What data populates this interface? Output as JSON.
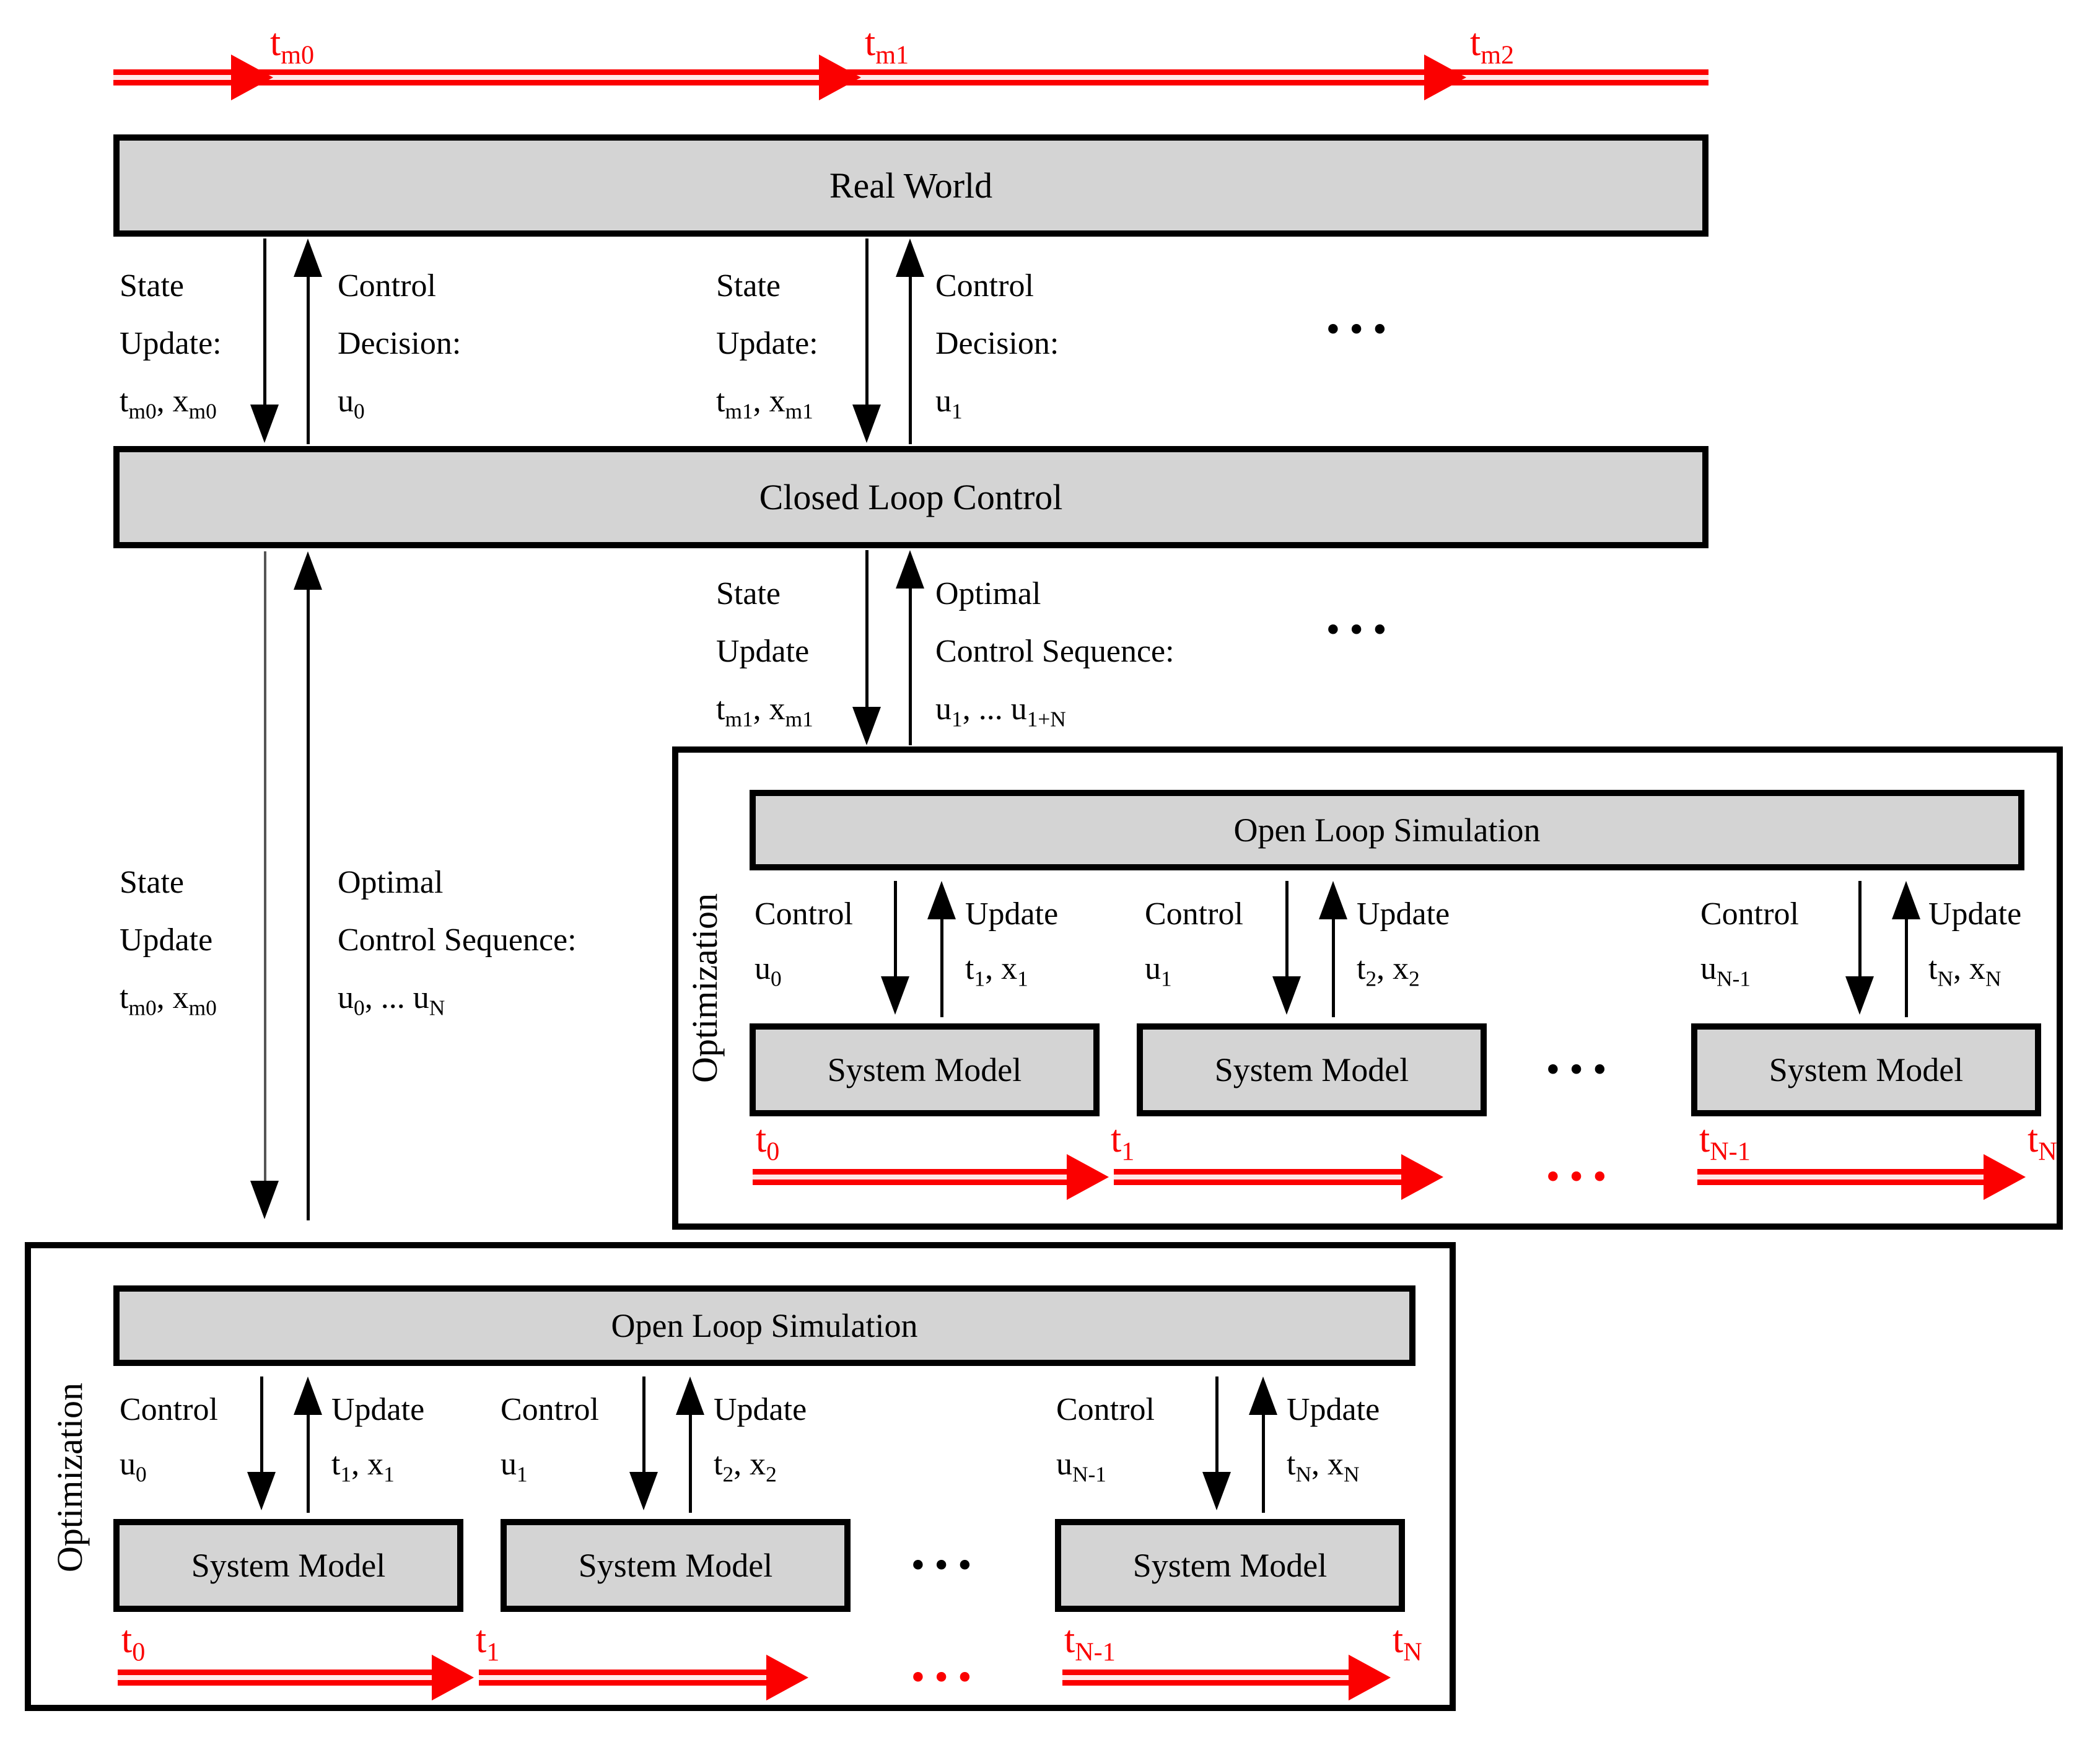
{
  "colors": {
    "red": "#fb0000",
    "box_fill": "#d4d4d4",
    "border": "#000000",
    "background": "#ffffff"
  },
  "top_timeline": {
    "markers": [
      "t~m0~",
      "t~m1~",
      "t~m2~"
    ]
  },
  "boxes": {
    "real_world": "Real World",
    "closed_loop_control": "Closed Loop Control"
  },
  "links": {
    "rw0": {
      "rows_left": [
        "State",
        "Update:",
        "t~m0~, x~m0~"
      ],
      "rows_right": [
        "Control",
        "Decision:",
        "u~0~"
      ]
    },
    "rw1": {
      "rows_left": [
        "State",
        "Update:",
        "t~m1~, x~m1~"
      ],
      "rows_right": [
        "Control",
        "Decision:",
        "u~1~"
      ]
    },
    "mid": {
      "rows_left": [
        "State",
        "Update",
        "t~m1~, x~m1~"
      ],
      "rows_right": [
        "Optimal",
        "Control Sequence:",
        "u~1~, ... u~1+N~"
      ]
    },
    "long": {
      "rows_left": [
        "State",
        "Update",
        "t~m0~, x~m0~"
      ],
      "rows_right": [
        "Optimal",
        "Control Sequence:",
        "u~0~, ... u~N~"
      ]
    },
    "ellipsis": "..."
  },
  "opt1": {
    "label": "Optimization",
    "sim_title": "Open Loop Simulation",
    "model_title": "System Model",
    "groups": [
      {
        "control_label": "Control",
        "control_value": "u~0~",
        "update_label": "Update",
        "update_value": "t~1~, x~1~"
      },
      {
        "control_label": "Control",
        "control_value": "u~1~",
        "update_label": "Update",
        "update_value": "t~2~, x~2~"
      },
      {
        "control_label": "Control",
        "control_value": "u~N-1~",
        "update_label": "Update",
        "update_value": "t~N~, x~N~"
      }
    ],
    "timeline": {
      "labels": [
        "t~0~",
        "t~1~",
        "t~N-1~",
        "t~N~"
      ]
    },
    "ellipsis": "..."
  },
  "opt2": {
    "label": "Optimization",
    "sim_title": "Open Loop Simulation",
    "model_title": "System Model",
    "groups": [
      {
        "control_label": "Control",
        "control_value": "u~0~",
        "update_label": "Update",
        "update_value": "t~1~, x~1~"
      },
      {
        "control_label": "Control",
        "control_value": "u~1~",
        "update_label": "Update",
        "update_value": "t~2~, x~2~"
      },
      {
        "control_label": "Control",
        "control_value": "u~N-1~",
        "update_label": "Update",
        "update_value": "t~N~, x~N~"
      }
    ],
    "timeline": {
      "labels": [
        "t~0~",
        "t~1~",
        "t~N-1~",
        "t~N~"
      ]
    },
    "ellipsis": "..."
  }
}
